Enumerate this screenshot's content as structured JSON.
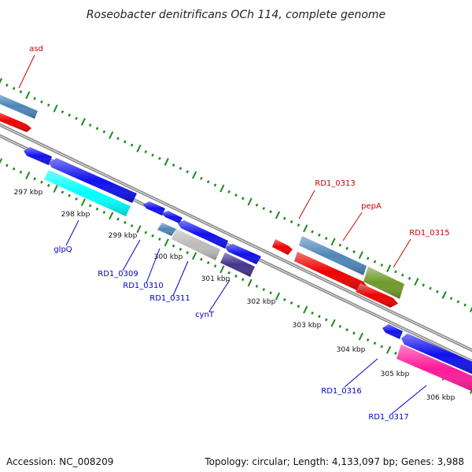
{
  "title": "Roseobacter denitrificans OCh 114, complete genome",
  "footer": {
    "accession": "Accession: NC_008209",
    "topology": "Topology: circular; Length: 4,133,097 bp; Genes: 3,988"
  },
  "colors": {
    "forward_label": "#cc0000",
    "reverse_label": "#0000cc",
    "tick": "#1a8a1a",
    "backbone": "#888888"
  },
  "ticks": [
    "297 kbp",
    "298 kbp",
    "299 kbp",
    "300 kbp",
    "301 kbp",
    "302 kbp",
    "303 kbp",
    "304 kbp",
    "305 kbp",
    "306 kbp"
  ],
  "forward_labels": [
    "asd",
    "RD1_0313",
    "pepA",
    "RD1_0315"
  ],
  "reverse_labels": [
    "glpQ",
    "RD1_0309",
    "RD1_0310",
    "RD1_0311",
    "cynT",
    "RD1_0316",
    "RD1_0317"
  ]
}
